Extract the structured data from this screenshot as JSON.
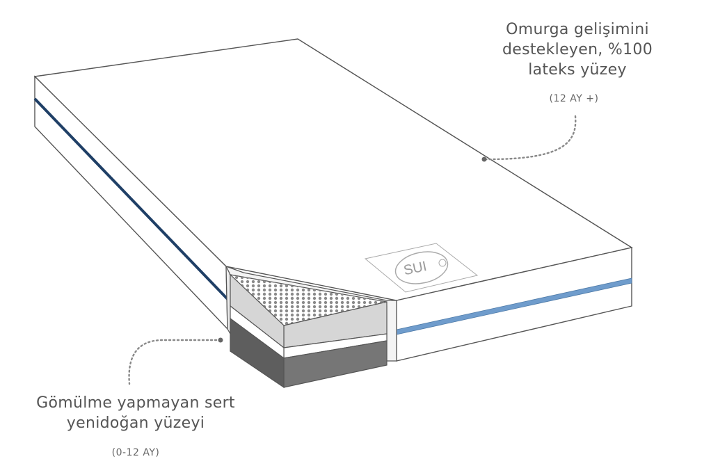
{
  "callouts": {
    "top": {
      "text": "Omurga gelişimini destekleyen, %100 lateks yüzey",
      "age": "(12 AY +)"
    },
    "bottom": {
      "text": "Gömülme yapmayan sert yenidoğan yüzeyi",
      "age": "(0-12 AY)"
    }
  },
  "logo": {
    "text": "SUI"
  },
  "colors": {
    "outline": "#555555",
    "stripe_dark": "#1f3f66",
    "stripe_blue": "#6f9ccc",
    "layer_light": "#d6d6d6",
    "layer_dark": "#767676",
    "callout_dots": "#888888"
  }
}
